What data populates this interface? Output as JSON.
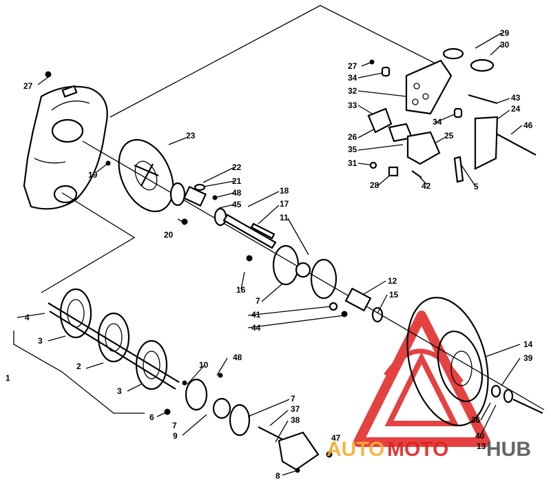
{
  "labels": [
    "1",
    "2",
    "3",
    "3",
    "4",
    "5",
    "6",
    "7",
    "7",
    "7",
    "8",
    "9",
    "10",
    "11",
    "12",
    "13",
    "14",
    "15",
    "16",
    "17",
    "18",
    "19",
    "20",
    "21",
    "22",
    "23",
    "24",
    "25",
    "26",
    "27",
    "27",
    "28",
    "29",
    "30",
    "31",
    "32",
    "33",
    "34",
    "34",
    "35",
    "36",
    "37",
    "38",
    "39",
    "40",
    "41",
    "42",
    "43",
    "44",
    "45",
    "46",
    "47",
    "48",
    "48"
  ],
  "watermark": {
    "auto": "AUTO",
    "moto": "MOTO",
    "hub": "HUB",
    "colors": {
      "primary": "#e02020",
      "accent": "#f4b030",
      "dark": "#555555"
    }
  }
}
